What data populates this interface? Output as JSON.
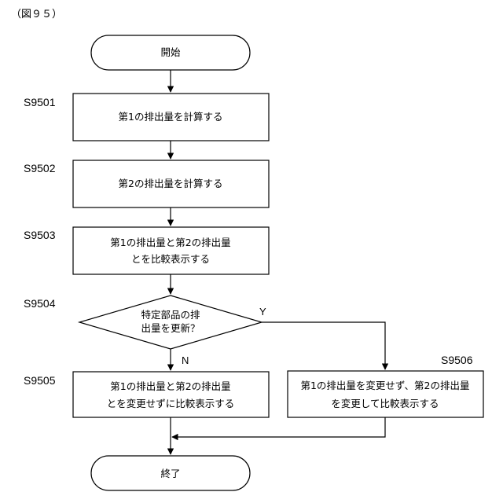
{
  "figure_label": "（図９５）",
  "nodes": {
    "start": {
      "text": "開始"
    },
    "s9501": {
      "step": "S9501",
      "text": "第1の排出量を計算する"
    },
    "s9502": {
      "step": "S9502",
      "text": "第2の排出量を計算する"
    },
    "s9503": {
      "step": "S9503",
      "lines": [
        "第1の排出量と第2の排出量",
        "とを比較表示する"
      ]
    },
    "s9504": {
      "step": "S9504",
      "lines": [
        "特定部品の排",
        "出量を更新？"
      ]
    },
    "s9505": {
      "step": "S9505",
      "lines": [
        "第1の排出量と第2の排出量",
        "とを変更せずに比較表示する"
      ]
    },
    "s9506": {
      "step": "S9506",
      "lines": [
        "第1の排出量を変更せず、第2の排出量",
        "を変更して比較表示する"
      ]
    },
    "end": {
      "text": "終了"
    }
  },
  "branches": {
    "yes": "Y",
    "no": "N"
  }
}
